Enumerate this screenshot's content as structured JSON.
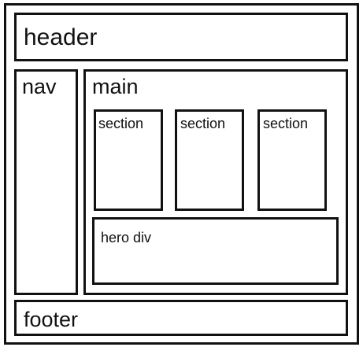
{
  "diagram": {
    "header": "header",
    "nav": "nav",
    "main": "main",
    "sections": [
      "section",
      "section",
      "section"
    ],
    "hero": "hero div",
    "footer": "footer"
  },
  "colors": {
    "stroke": "#111111",
    "background": "#ffffff"
  }
}
